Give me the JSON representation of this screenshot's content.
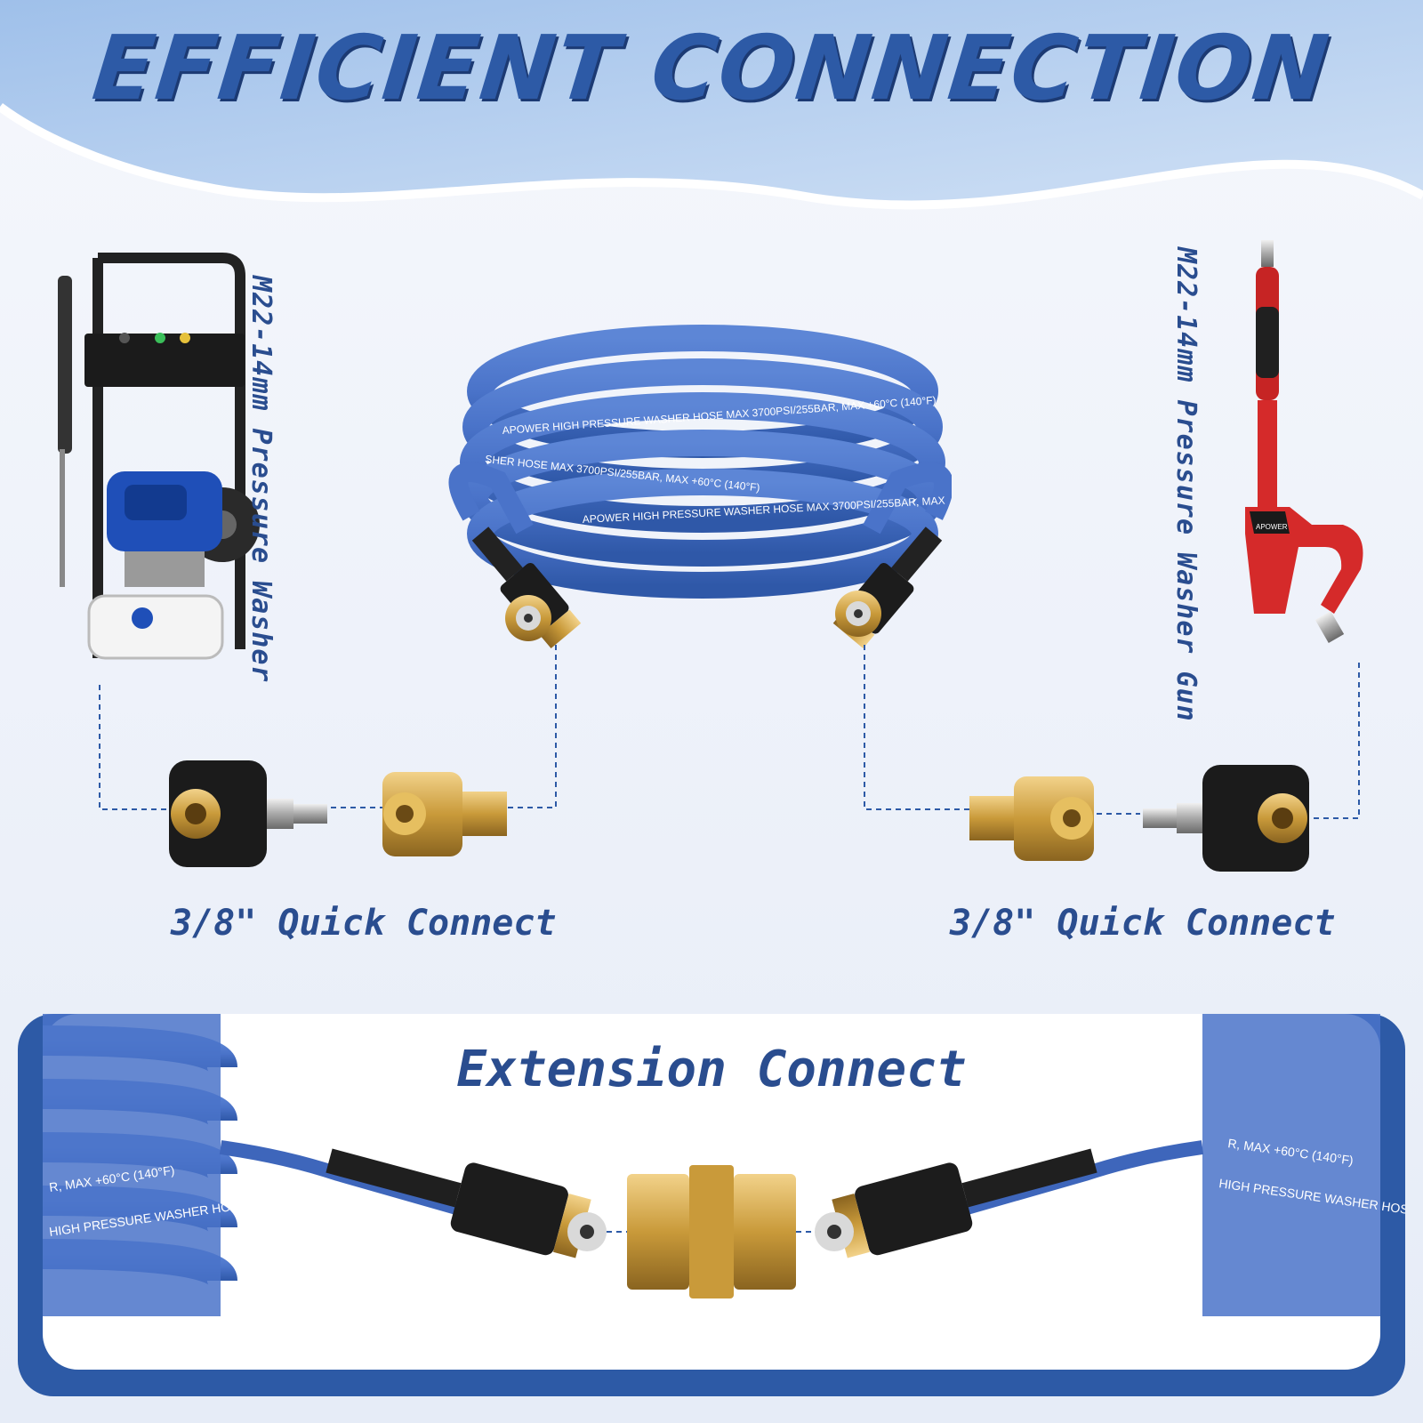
{
  "title": "EFFICIENT CONNECTION",
  "left_label": "M22-14mm Pressure Washer",
  "right_label": "M22-14mm Pressure Washer Gun",
  "left_quick_connect": "3/8\" Quick Connect",
  "right_quick_connect": "3/8\" Quick Connect",
  "extension_label": "Extension Connect",
  "hose_print_1": "APOWER HIGH PRESSURE WASHER HOSE MAX 3700PSI/255BAR, MAX +60°C (140°F)",
  "hose_print_2": "SHER HOSE MAX 3700PSI/255BAR, MAX +60°C (140°F)",
  "hose_print_3": "APOWER HIGH PRESSURE WASHER HOSE MAX 3700PSI/255BAR, MAX",
  "hose_print_left_ext": "HIGH PRESSURE WASHER HOSE",
  "hose_print_left_ext_2": "R, MAX +60°C (140°F)",
  "hose_print_right_ext": "HIGH PRESSURE WASHER HOSE",
  "hose_print_right_ext_2": "R, MAX +60°C (140°F)",
  "gun_brand": "APOWER",
  "colors": {
    "accent_blue": "#2d5aa6",
    "hose_blue": "#4a73c9",
    "brass": "#c99a3a",
    "gun_red": "#d52a2a"
  }
}
